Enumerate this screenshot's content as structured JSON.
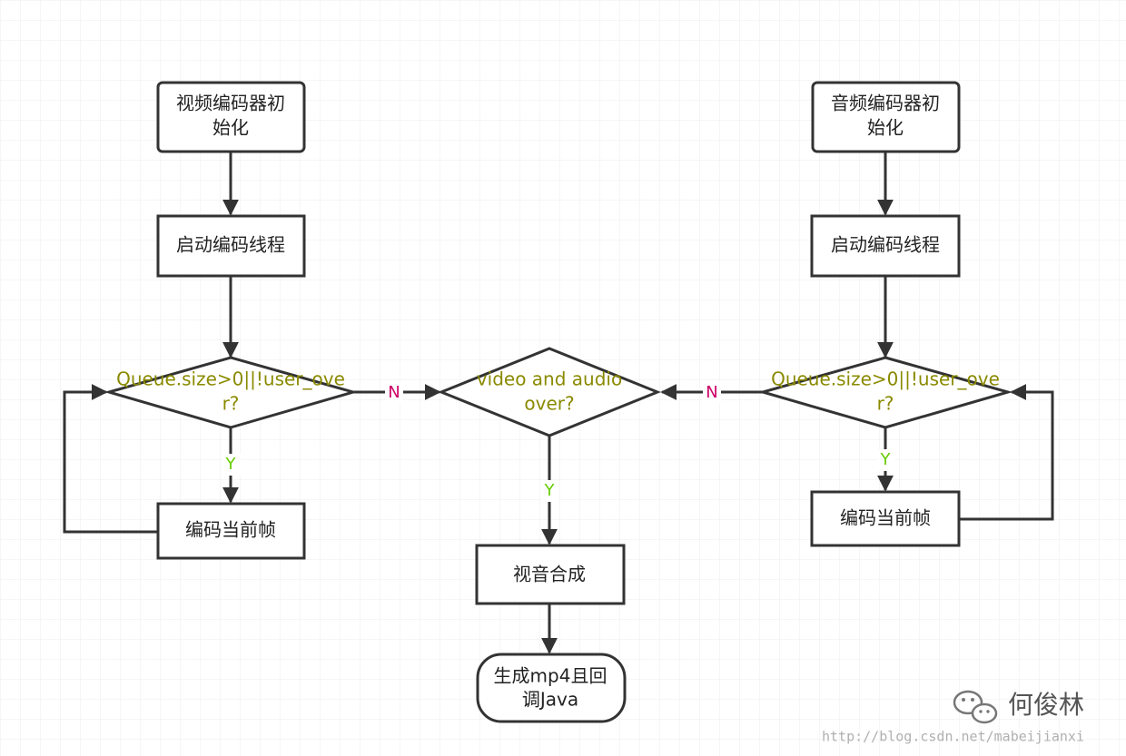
{
  "nodes": {
    "video_init": {
      "lines": [
        "视频编码器初",
        "始化"
      ]
    },
    "video_thread": {
      "lines": [
        "启动编码线程"
      ]
    },
    "video_cond": {
      "lines": [
        "Queue.size>0||!user_ove",
        "r?"
      ]
    },
    "video_encode": {
      "lines": [
        "编码当前帧"
      ]
    },
    "center_cond": {
      "lines": [
        "video and audio",
        "over?"
      ]
    },
    "merge": {
      "lines": [
        "视音合成"
      ]
    },
    "end": {
      "lines": [
        "生成mp4且回",
        "调Java"
      ]
    },
    "audio_init": {
      "lines": [
        "音频编码器初",
        "始化"
      ]
    },
    "audio_thread": {
      "lines": [
        "启动编码线程"
      ]
    },
    "audio_cond": {
      "lines": [
        "Queue.size>0||!user_ove",
        "r?"
      ]
    },
    "audio_encode": {
      "lines": [
        "编码当前帧"
      ]
    }
  },
  "edge_labels": {
    "video_yes": "Y",
    "video_no": "N",
    "center_yes": "Y",
    "audio_no": "N",
    "audio_yes": "Y"
  },
  "colors": {
    "condition_text": "#8a8a00",
    "yes_label": "#66cc00",
    "no_label": "#cc0066",
    "stroke": "#333333",
    "grid": "#e6e6e6"
  },
  "watermark": {
    "icon": "wechat-icon",
    "name": "何俊林",
    "url": "http://blog.csdn.net/mabeijianxi"
  }
}
